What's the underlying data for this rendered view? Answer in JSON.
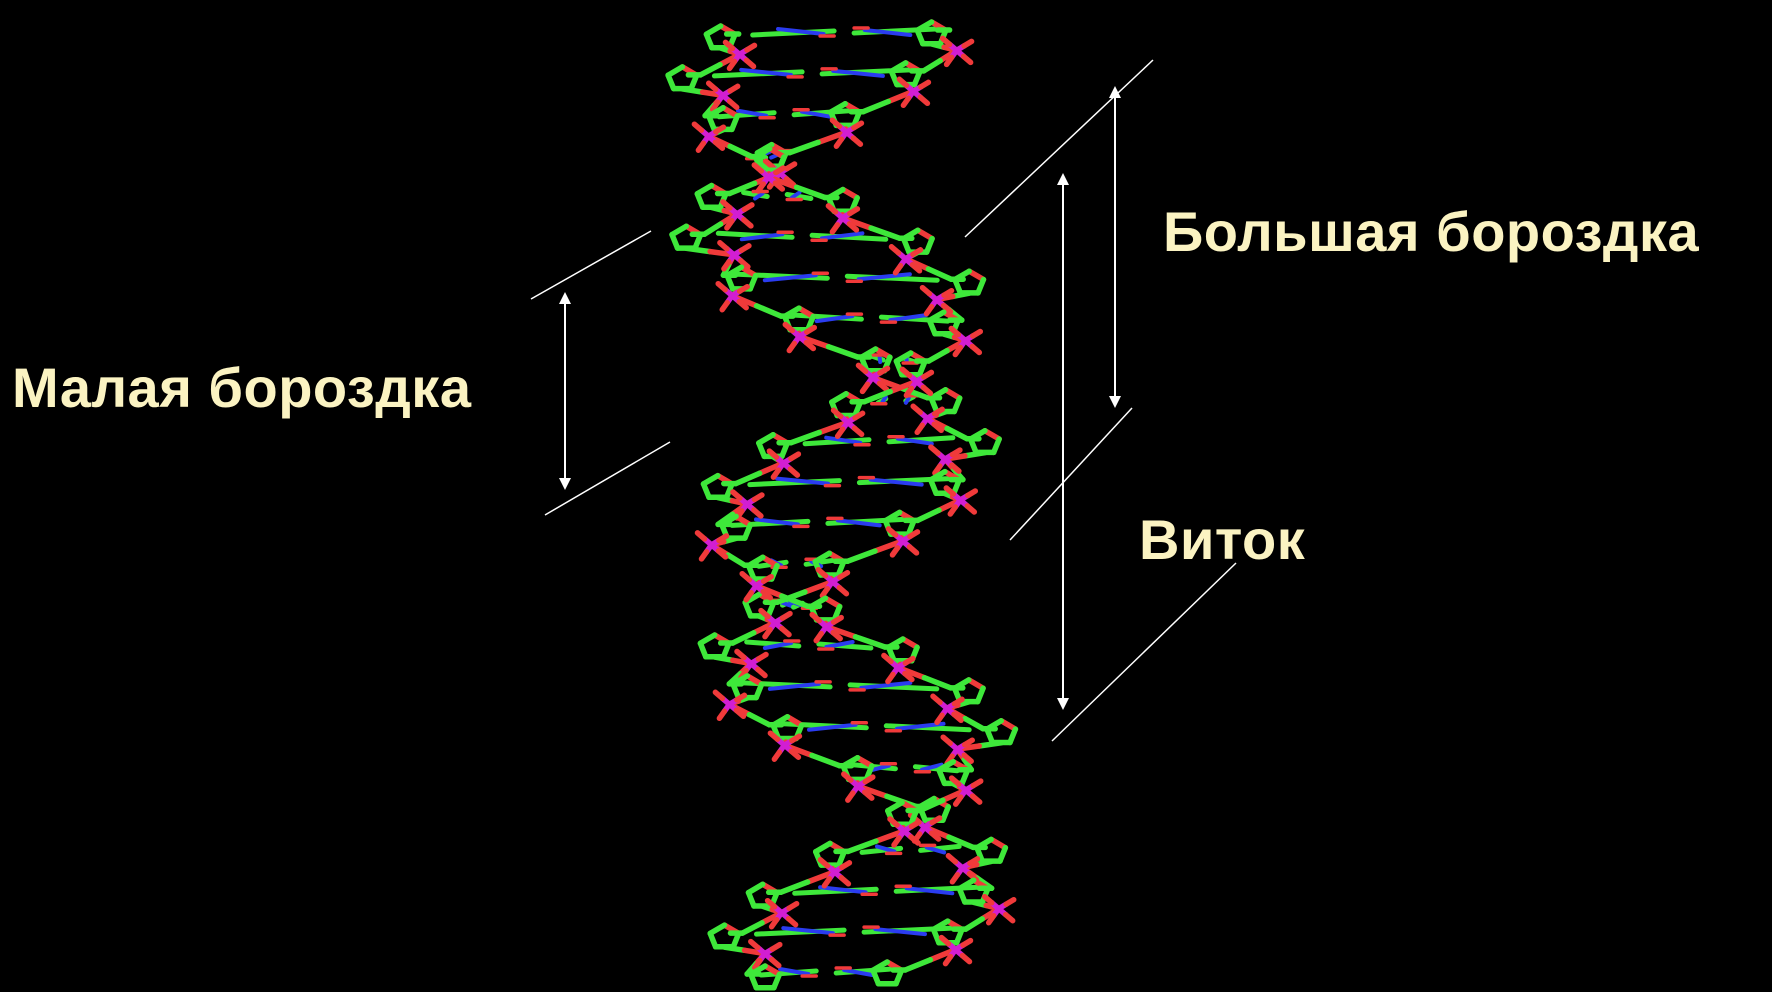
{
  "labels": {
    "major_groove": "Большая бороздка",
    "minor_groove": "Малая бороздка",
    "turn": "Виток"
  },
  "colors": {
    "background": "#000000",
    "label_text": "#fbf3c2",
    "annotation_lines": "#ffffff",
    "carbon": "#3ee83a",
    "nitrogen": "#2a3cf0",
    "oxygen": "#f03a3a",
    "phosphorus": "#d21ed2"
  },
  "molecule": {
    "name": "dna-double-helix",
    "style": "stick-model",
    "strand_count": 2,
    "base_pair_count": 24
  }
}
